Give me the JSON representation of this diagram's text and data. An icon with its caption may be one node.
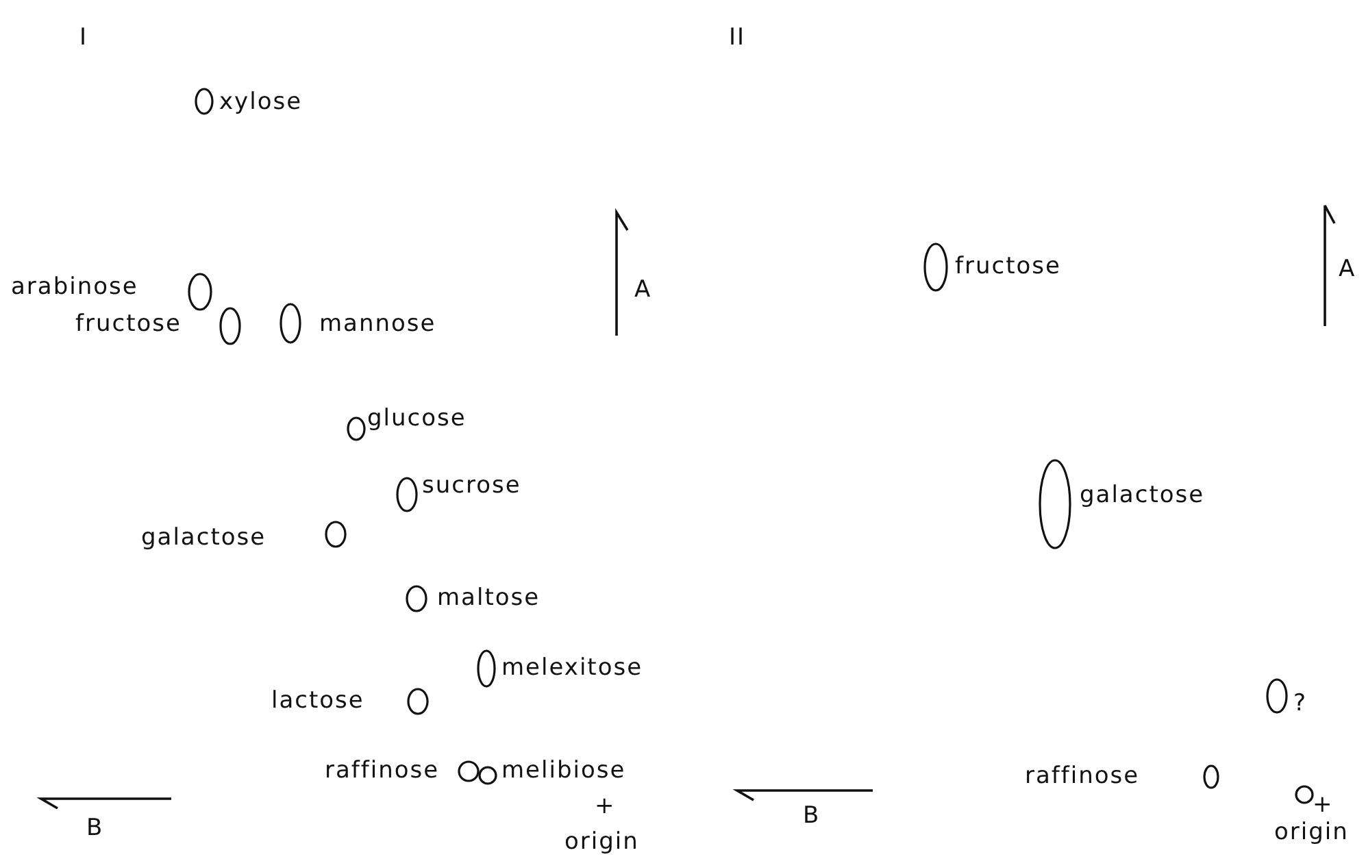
{
  "diagram": {
    "labels": [
      "I",
      "II",
      "xylose",
      "arabinose",
      "fructose",
      "mannose",
      "A",
      "fructose",
      "A",
      "glucose",
      "sucrose",
      "galactose",
      "galactose",
      "maltose",
      "melexitose",
      "lactose",
      "?",
      "raffinose",
      "melibiose",
      "raffinose",
      "+",
      "+",
      "B",
      "B",
      "origin",
      "origin"
    ]
  }
}
